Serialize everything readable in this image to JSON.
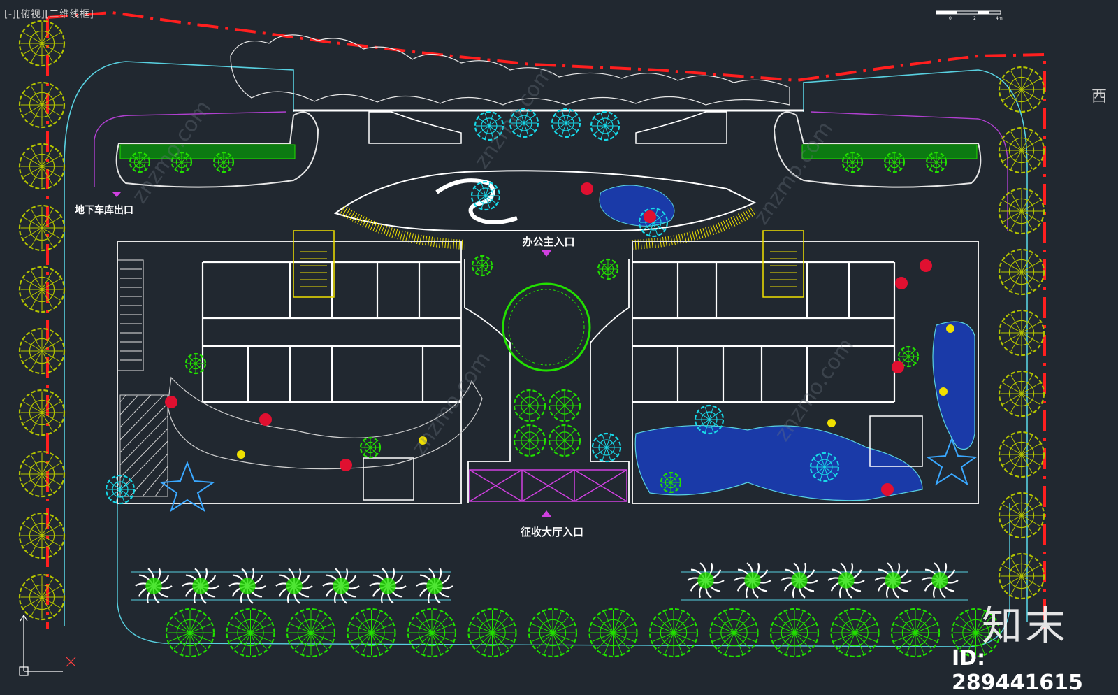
{
  "viewport": {
    "label": "[-][俯视][二维线框]"
  },
  "side_label": "西",
  "scale_bar": {
    "ticks": [
      "0",
      "2",
      "4m"
    ]
  },
  "labels": {
    "garage_exit": "地下车库出口",
    "main_entrance": "办公主入口",
    "hall_entrance": "征收大厅入口"
  },
  "watermark": {
    "logo": "知末",
    "id": "ID: 289441615",
    "faint_text": "znzmo.com"
  },
  "colors": {
    "background": "#212830",
    "boundary_red": "#ff1f1f",
    "tree_olive": "#b4c400",
    "shrub_green": "#22e000",
    "road_cyan": "#58d0e0",
    "path_magenta": "#b040d0",
    "accent_yellow": "#f0e000",
    "water_blue": "#1a3aa8"
  }
}
